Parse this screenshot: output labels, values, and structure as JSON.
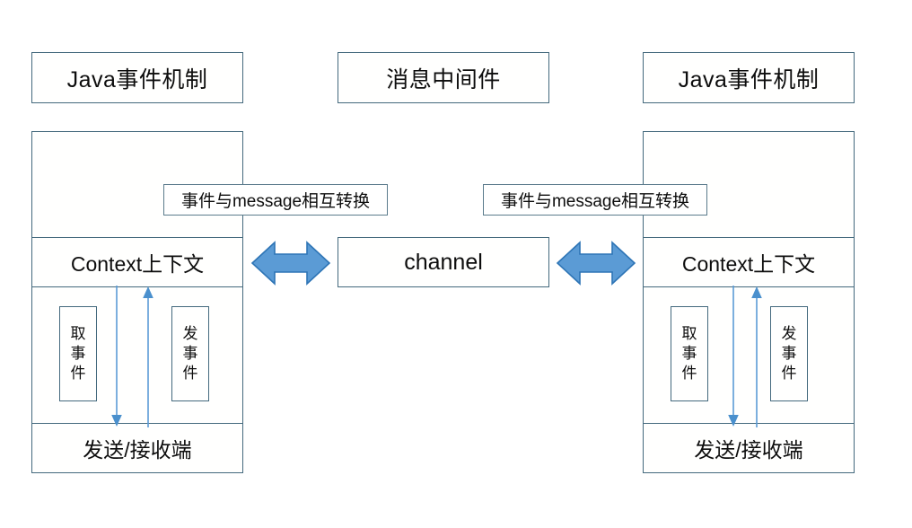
{
  "diagram": {
    "title_row": [
      {
        "id": "left-header",
        "label": "Java事件机制"
      },
      {
        "id": "middle-header",
        "label": "消息中间件"
      },
      {
        "id": "right-header",
        "label": "Java事件机制"
      }
    ],
    "conversion_labels": [
      {
        "id": "left-conversion",
        "label": "事件与message相互转换"
      },
      {
        "id": "right-conversion",
        "label": "事件与message相互转换"
      }
    ],
    "channel": {
      "label": "channel"
    },
    "left_panel": {
      "context_band": "Context上下文",
      "endpoint_band": "发送/接收端",
      "get_event_box": {
        "chars": [
          "取",
          "事",
          "件"
        ]
      },
      "send_event_box": {
        "chars": [
          "发",
          "事",
          "件"
        ]
      }
    },
    "right_panel": {
      "context_band": "Context上下文",
      "endpoint_band": "发送/接收端",
      "get_event_box": {
        "chars": [
          "取",
          "事",
          "件"
        ]
      },
      "send_event_box": {
        "chars": [
          "发",
          "事",
          "件"
        ]
      }
    },
    "arrows": {
      "left_exchange": {
        "name": "left-bidirectional-arrow",
        "direction": "both"
      },
      "right_exchange": {
        "name": "right-bidirectional-arrow",
        "direction": "both"
      },
      "left_down": {
        "name": "left-down-arrow",
        "direction": "down"
      },
      "left_up": {
        "name": "left-up-arrow",
        "direction": "up"
      },
      "right_down": {
        "name": "right-down-arrow",
        "direction": "down"
      },
      "right_up": {
        "name": "right-up-arrow",
        "direction": "up"
      }
    },
    "colors": {
      "border": "#44697d",
      "arrow_fill": "#5b9bd5",
      "arrow_stroke": "#2e75b6",
      "thin_arrow": "#5b9bd5",
      "text": "#0d0d0d",
      "background": "#ffffff"
    }
  }
}
